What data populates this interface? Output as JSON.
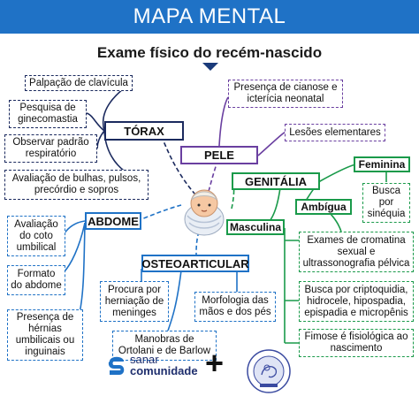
{
  "header": {
    "banner": "MAPA MENTAL",
    "title": "Exame físico do recém-nascido"
  },
  "colors": {
    "banner": "#1f72c6",
    "navy": "#1b2a5e",
    "blue": "#1f72c6",
    "purple": "#6a3fa0",
    "green": "#1a9a4a"
  },
  "center_icon": "newborn-baby-icon",
  "torax": {
    "label": "TÓRAX",
    "items": [
      "Palpação de clavícula",
      "Pesquisa de ginecomastia",
      "Observar padrão respiratório",
      "Avaliação de bulhas, pulsos, precórdio e sopros"
    ]
  },
  "abdome": {
    "label": "ABDOME",
    "items": [
      "Avaliação do coto umbilical",
      "Formato do abdome",
      "Presença de hérnias umbilicais ou inguinais"
    ]
  },
  "pele": {
    "label": "PELE",
    "items": [
      "Presença de cianose e icterícia neonatal",
      "Lesões elementares"
    ]
  },
  "genitalia": {
    "label": "GENITÁLIA",
    "feminina": {
      "label": "Feminina",
      "items": [
        "Busca por sinéquia"
      ]
    },
    "ambigua": {
      "label": "Ambígua",
      "items": [
        "Exames de cromatina sexual e ultrassonografia pélvica"
      ]
    },
    "masculina": {
      "label": "Masculina",
      "items": [
        "Busca por criptoquidia, hidrocele, hipospadia, epispadia e micropênis",
        "Fimose é fisiológica ao nascimento"
      ]
    }
  },
  "osteoarticular": {
    "label": "OSTEOARTICULAR",
    "items": [
      "Procura por herniação de meninges",
      "Morfologia das mãos e dos pés",
      "Manobras de Ortolani e de Barlow"
    ]
  },
  "footer": {
    "brand_line1": "sanar",
    "brand_line2": "comunidade",
    "plus": "+",
    "partner_icon": "association-seal-icon"
  }
}
